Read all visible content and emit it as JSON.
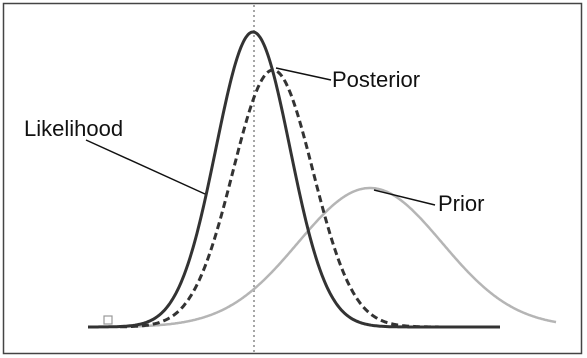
{
  "diagram": {
    "labels": {
      "likelihood": "Likelihood",
      "posterior": "Posterior",
      "prior": "Prior"
    },
    "colors": {
      "frame": "#444444",
      "likelihood": "#333333",
      "posterior": "#333333",
      "prior": "#b5b5b5",
      "reference_line": "#888888",
      "leader_line": "#111111",
      "label_text": "#111111"
    },
    "line_styles": {
      "likelihood": "solid",
      "posterior": "dashed",
      "prior": "solid",
      "reference_line": "dotted"
    }
  }
}
